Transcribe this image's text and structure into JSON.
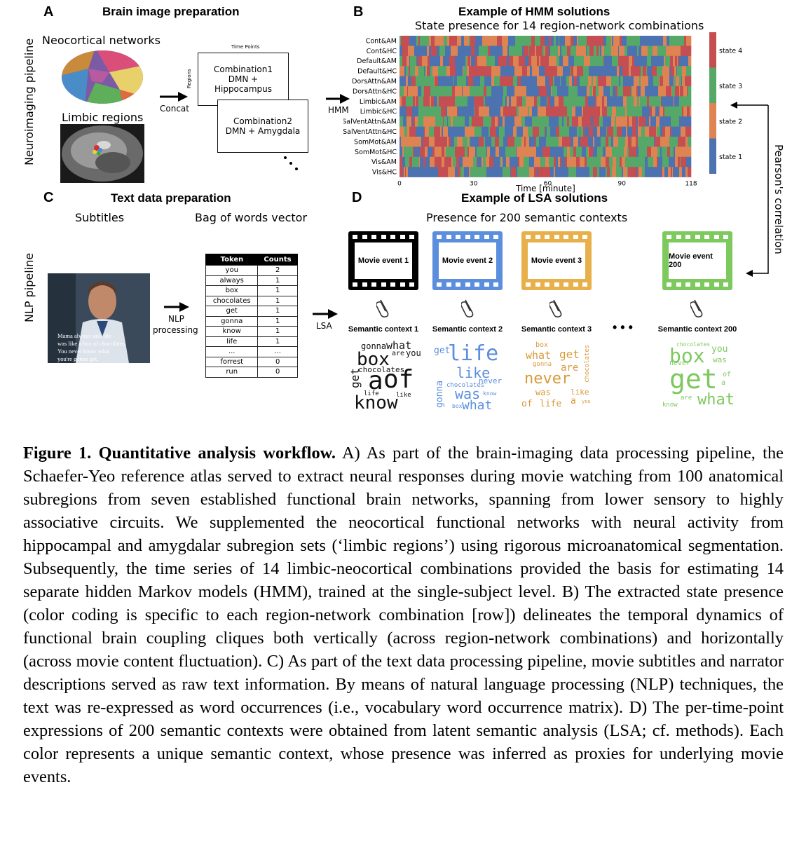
{
  "panel_a": {
    "letter": "A",
    "title": "Brain image preparation",
    "side_label": "Neuroimaging pipeline",
    "neocortical_label": "Neocortical networks",
    "limbic_label": "Limbic regions",
    "concat_label": "Concat",
    "time_points_label": "Time Points",
    "regions_label": "Regions",
    "combo1_title": "Combination1",
    "combo1_sub": "DMN + Hippocampus",
    "combo2_title": "Combination2",
    "combo2_sub": "DMN + Amygdala",
    "hmm_label": "HMM"
  },
  "panel_b": {
    "letter": "B",
    "title": "Example of HMM solutions",
    "subtitle": "State presence for 14 region-network combinations",
    "x_axis_label": "Time [minute]",
    "side_label": "Pearson's correlation"
  },
  "chart_data": {
    "type": "heatmap",
    "rows": [
      "Cont&AM",
      "Cont&HC",
      "Default&AM",
      "Default&HC",
      "DorsAttn&AM",
      "DorsAttn&HC",
      "Limbic&AM",
      "Limbic&HC",
      "SalVentAttn&AM",
      "SalVentAttn&HC",
      "SomMot&AM",
      "SomMot&HC",
      "Vis&AM",
      "Vis&HC"
    ],
    "x_ticks": [
      "0",
      "30",
      "60",
      "90",
      "118"
    ],
    "x_range": [
      0,
      118
    ],
    "xlabel": "Time [minute]",
    "states": [
      {
        "name": "state 1",
        "color": "#4c72b0"
      },
      {
        "name": "state 2",
        "color": "#dd8452"
      },
      {
        "name": "state 3",
        "color": "#55a868"
      },
      {
        "name": "state 4",
        "color": "#c44e52"
      }
    ],
    "legend_placement": "right"
  },
  "panel_c": {
    "letter": "C",
    "title": "Text data preparation",
    "side_label": "NLP pipeline",
    "subtitles_label": "Subtitles",
    "bow_label": "Bag of words vector",
    "subtitle_text": [
      "Mama always said life",
      "was like a box of chocolates.",
      "You never know what",
      "you're gonna get."
    ],
    "nlp_label_1": "NLP",
    "nlp_label_2": "processing",
    "lsa_label": "LSA",
    "table": {
      "headers": [
        "Token",
        "Counts"
      ],
      "rows": [
        [
          "you",
          "2"
        ],
        [
          "always",
          "1"
        ],
        [
          "box",
          "1"
        ],
        [
          "chocolates",
          "1"
        ],
        [
          "get",
          "1"
        ],
        [
          "gonna",
          "1"
        ],
        [
          "know",
          "1"
        ],
        [
          "life",
          "1"
        ],
        [
          "...",
          "..."
        ],
        [
          "forrest",
          "0"
        ],
        [
          "run",
          "0"
        ]
      ]
    }
  },
  "panel_d": {
    "letter": "D",
    "title": "Example of LSA solutions",
    "subtitle": "Presence for 200 semantic contexts",
    "ellipsis": "• • •",
    "events": [
      {
        "label": "Movie event 1",
        "context": "Semantic context 1",
        "color": "#000000"
      },
      {
        "label": "Movie event 2",
        "context": "Semantic context 2",
        "color": "#5b8fde"
      },
      {
        "label": "Movie event 3",
        "context": "Semantic context 3",
        "color": "#e8b04a"
      },
      {
        "label": "Movie event 200",
        "context": "Semantic context 200",
        "color": "#7dc95e"
      }
    ]
  },
  "caption": {
    "title": "Figure 1. Quantitative analysis workflow.",
    "body": " A) As part of the brain-imaging data processing pipeline, the Schaefer-Yeo reference atlas served to extract neural responses during movie watching from 100 anatomical subregions from seven established functional brain networks, spanning from lower sensory to highly associative circuits. We supplemented the neocortical functional networks with neural activity from hippocampal and amygdalar subregion sets (‘limbic regions’) using rigorous microanatomical segmentation. Subsequently, the time series of 14 limbic-neocortical combinations provided the basis for estimating 14 separate hidden Markov models (HMM), trained at the single-subject level. B) The extracted state presence (color coding is specific to each region-network combination [row]) delineates the temporal dynamics of functional brain coupling cliques both vertically (across region-network combinations) and horizontally (across movie content fluctuation). C) As part of the text data processing pipeline, movie subtitles and narrator descriptions served as raw text information. By means of natural language processing (NLP) techniques, the text was re-expressed as word occurrences (i.e., vocabulary word occurrence matrix). D) The per-time-point expressions of 200 semantic contexts were obtained from latent semantic analysis (LSA; cf. methods). Each color represents a unique semantic context, whose presence was inferred as proxies for underlying movie events."
  }
}
